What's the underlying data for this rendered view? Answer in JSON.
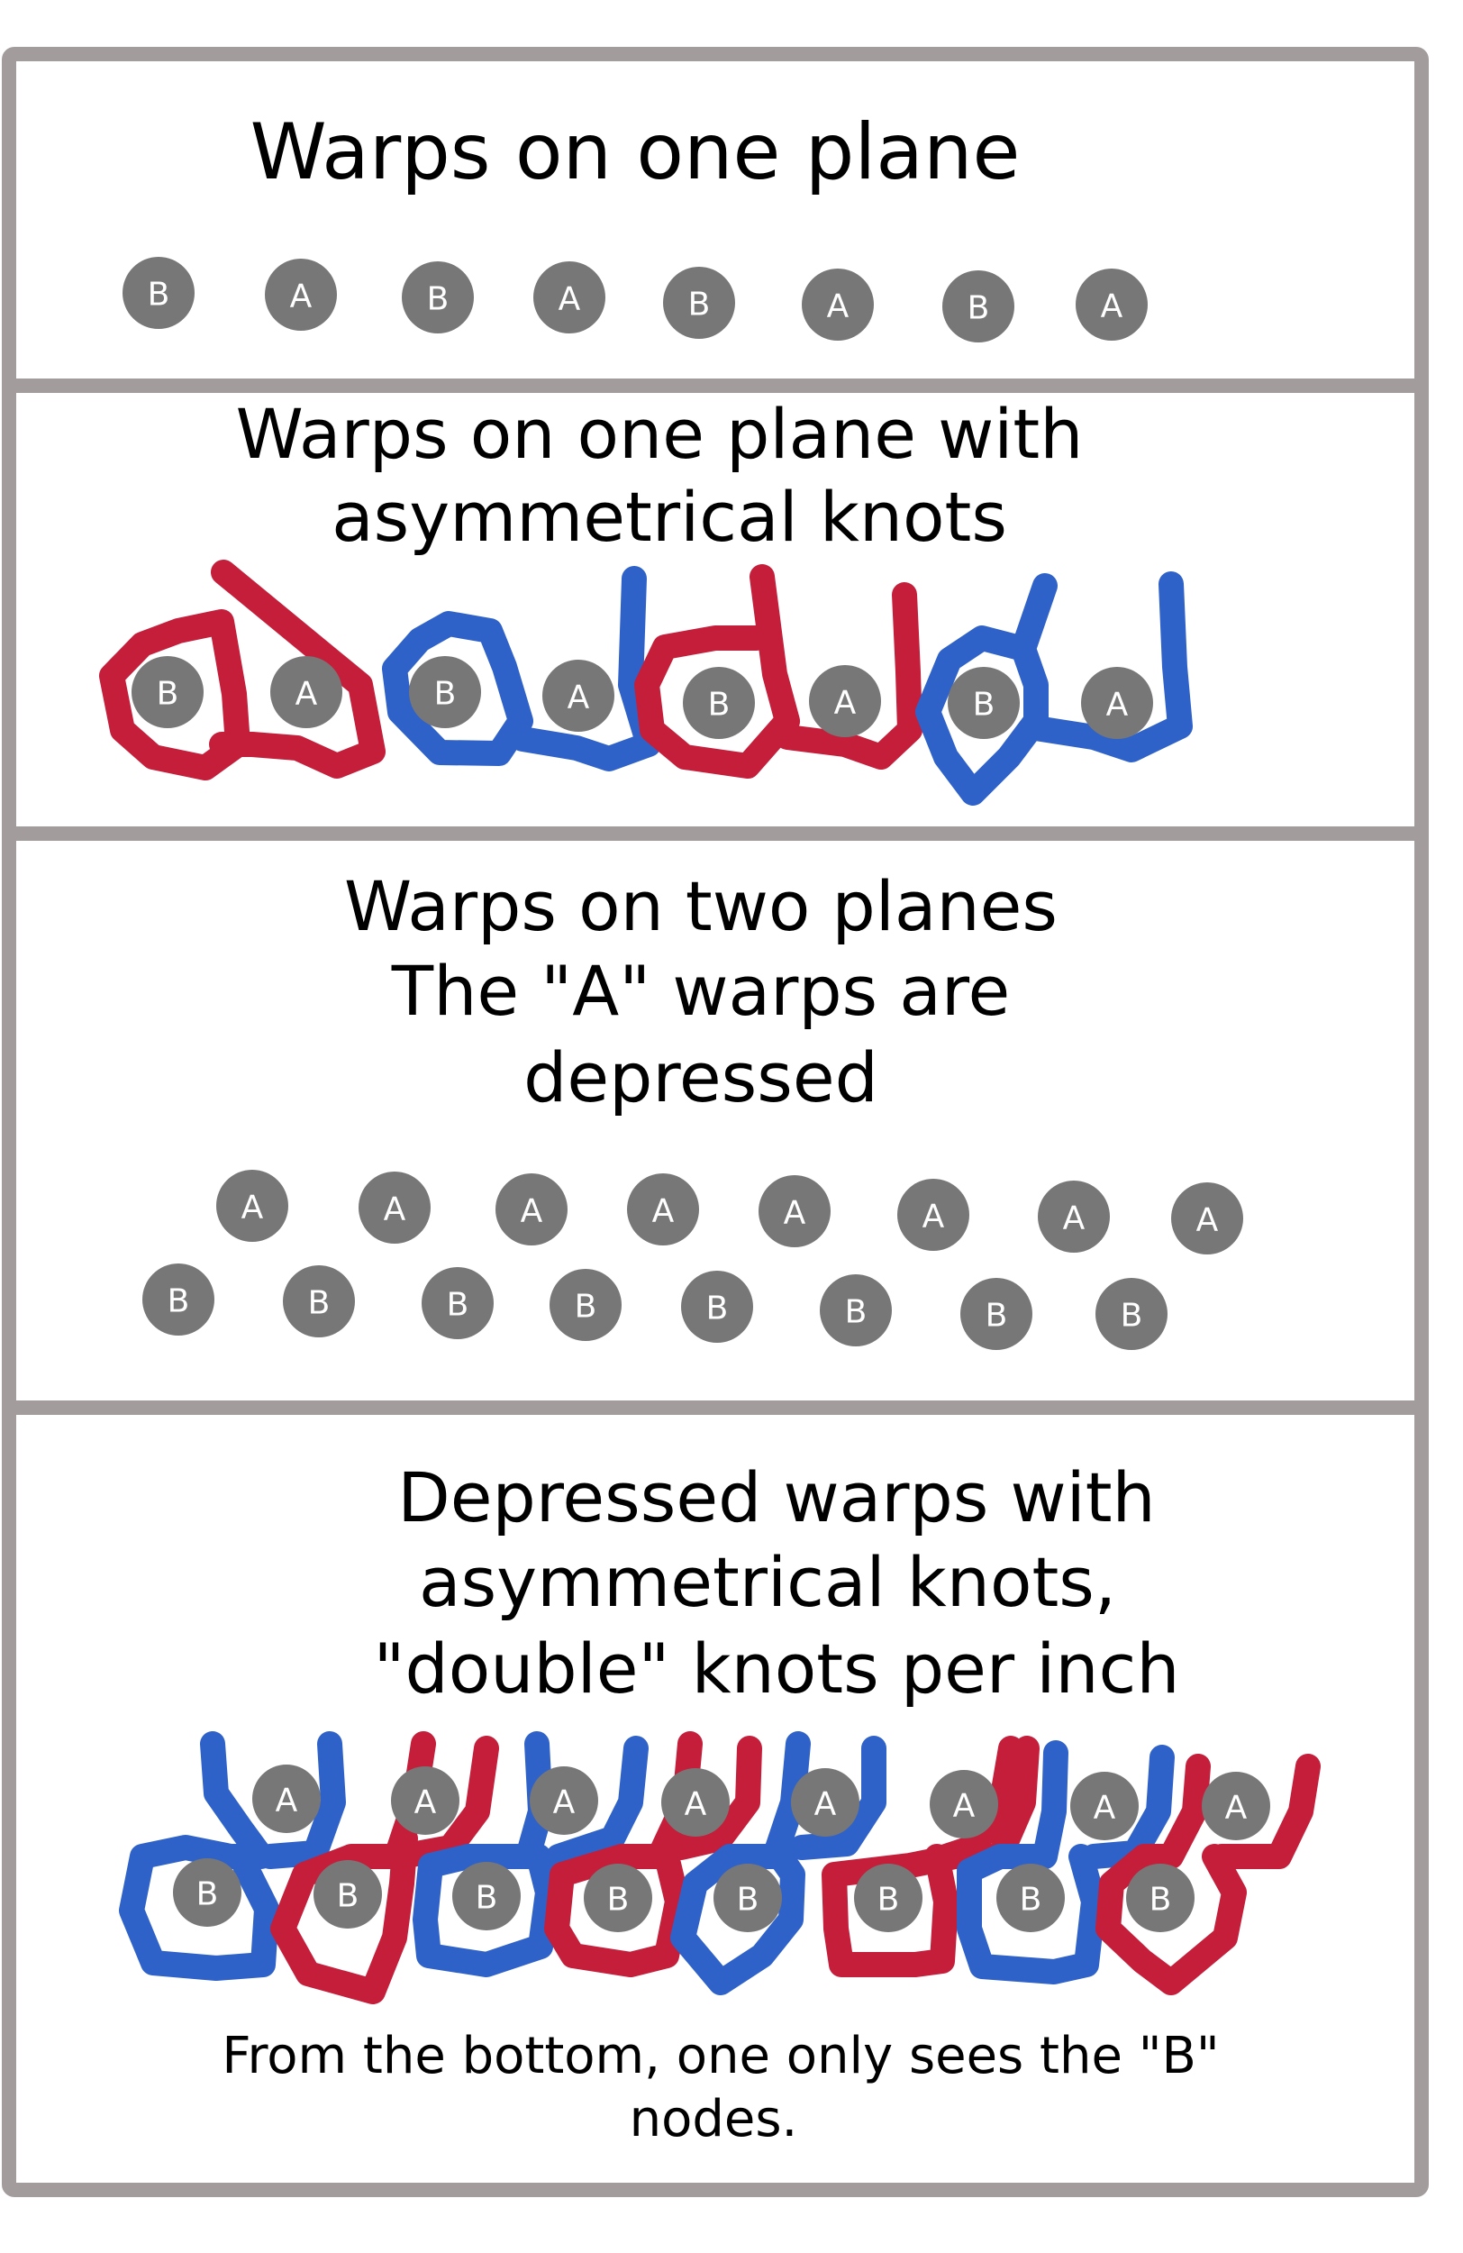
{
  "colors": {
    "frame": "#a39c9c",
    "warp_node": "#777777",
    "warp_label": "#ffffff",
    "knot_red": "#c41e3a",
    "knot_blue": "#2f62c9",
    "text": "#000000"
  },
  "panels": [
    {
      "title_lines": [
        "Warps on one plane"
      ],
      "rows": [
        {
          "nodes": [
            "B",
            "A",
            "B",
            "A",
            "B",
            "A",
            "B",
            "A"
          ]
        }
      ]
    },
    {
      "title_lines": [
        "Warps on one plane with",
        "asymmetrical knots"
      ],
      "rows": [
        {
          "nodes": [
            "B",
            "A",
            "B",
            "A",
            "B",
            "A",
            "B",
            "A"
          ]
        }
      ],
      "knots": [
        "red",
        "blue",
        "red",
        "blue"
      ]
    },
    {
      "title_lines": [
        "Warps on two planes",
        "The \"A\" warps are",
        "depressed"
      ],
      "rows": [
        {
          "plane": "upper",
          "nodes": [
            "A",
            "A",
            "A",
            "A",
            "A",
            "A",
            "A",
            "A"
          ]
        },
        {
          "plane": "lower",
          "nodes": [
            "B",
            "B",
            "B",
            "B",
            "B",
            "B",
            "B",
            "B"
          ]
        }
      ]
    },
    {
      "title_lines": [
        "Depressed warps with",
        "asymmetrical knots,",
        "\"double\" knots per inch"
      ],
      "rows": [
        {
          "plane": "upper",
          "nodes": [
            "A",
            "A",
            "A",
            "A",
            "A",
            "A",
            "A",
            "A"
          ]
        },
        {
          "plane": "lower",
          "nodes": [
            "B",
            "B",
            "B",
            "B",
            "B",
            "B",
            "B",
            "B"
          ]
        }
      ],
      "knots": [
        "blue",
        "red",
        "blue",
        "red",
        "blue",
        "red",
        "blue",
        "red"
      ],
      "caption_lines": [
        "From the bottom, one only sees the \"B\"",
        "nodes."
      ]
    }
  ]
}
